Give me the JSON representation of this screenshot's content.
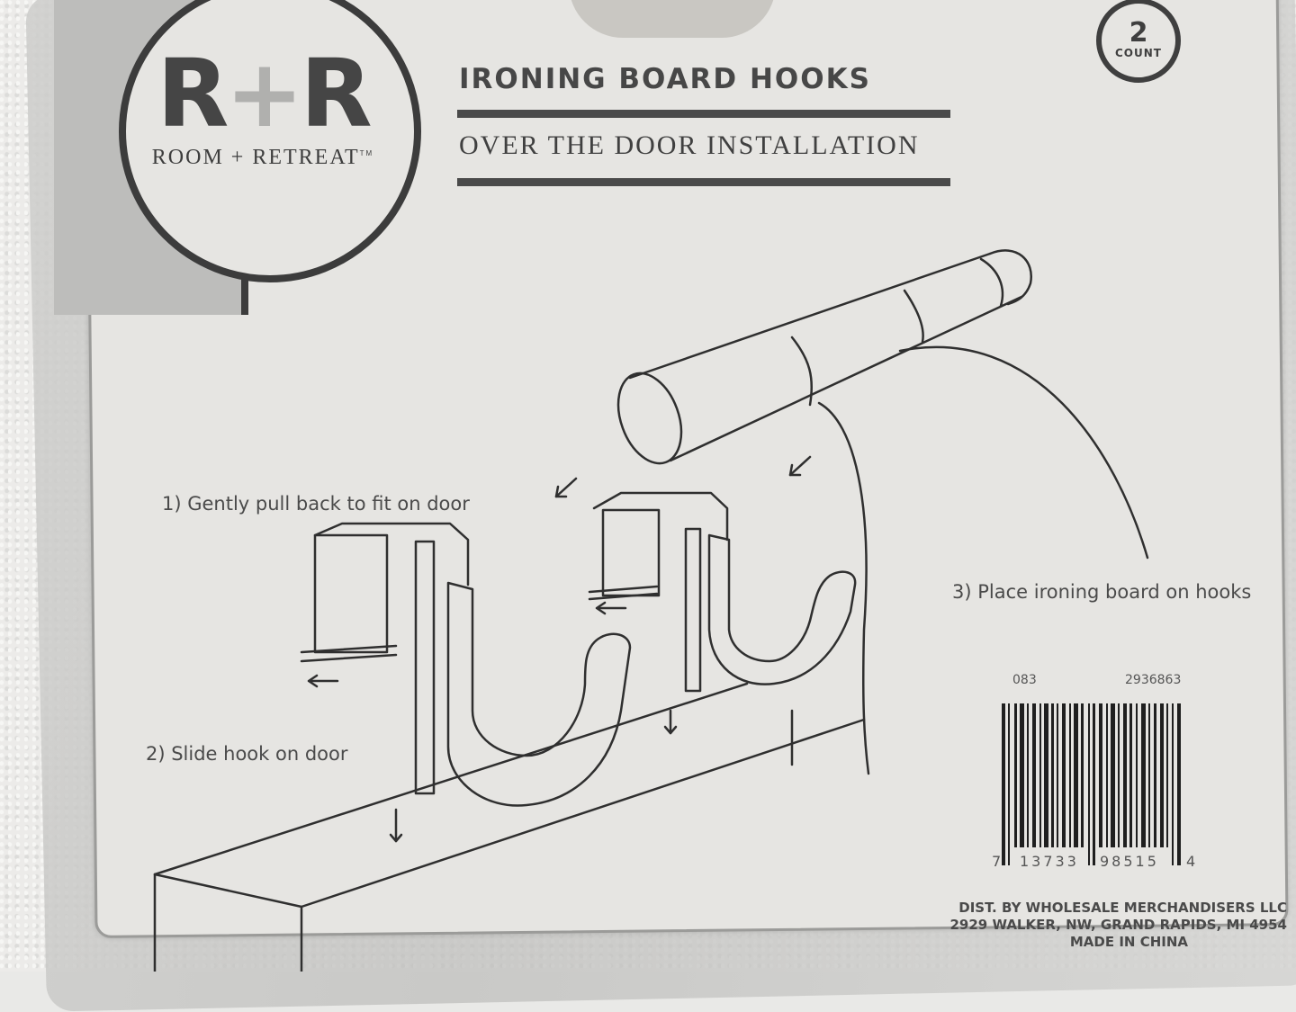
{
  "brand": {
    "mark_left": "R",
    "mark_plus": "+",
    "mark_right": "R",
    "name": "ROOM + RETREAT",
    "tm": "TM"
  },
  "product": {
    "title": "IRONING BOARD HOOKS",
    "subtitle": "OVER THE DOOR INSTALLATION",
    "count_number": "2",
    "count_label": "COUNT"
  },
  "instructions": {
    "step1": "1) Gently pull back to fit on door",
    "step2": "2) Slide hook on door",
    "step3": "3) Place ironing board on hooks"
  },
  "barcode": {
    "code_left": "083",
    "code_right": "2936863",
    "digit_first": "7",
    "digits_group1": "13733",
    "digits_group2": "98515",
    "digit_last": "4"
  },
  "distributor": {
    "line1": "DIST. BY WHOLESALE MERCHANDISERS LLC",
    "line2": "2929 WALKER, NW, GRAND RAPIDS, MI 4954",
    "line3": "MADE IN CHINA"
  },
  "colors": {
    "ink": "#3c3c3c",
    "card": "#e6e5e2",
    "logo_gray": "#b0b0ae"
  }
}
